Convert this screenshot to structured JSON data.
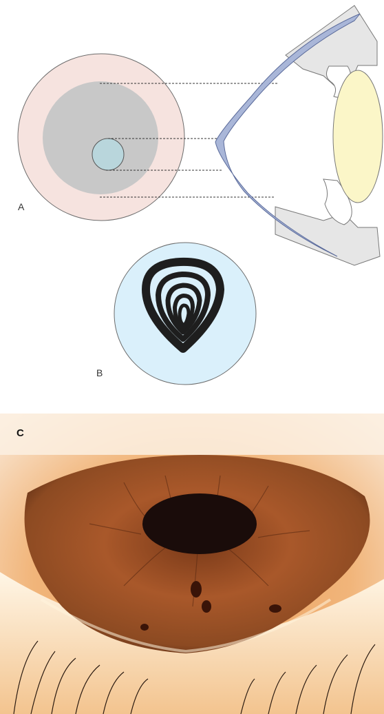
{
  "panels": {
    "a": {
      "label": "A"
    },
    "b": {
      "label": "B"
    },
    "c": {
      "label": "C"
    }
  },
  "colors": {
    "corneal_outer_disc": "#f6e3df",
    "corneal_mid_zone": "#c8c8c8",
    "corneal_apex": "#b9d6dc",
    "cornea_cross_section": "#a9b6d8",
    "lens": "#fbf6c8",
    "sclera": "#e6e6e6",
    "topography_disc": "#daf0fb",
    "topography_rings": "#1e1e1e",
    "iris": "#a9582a",
    "pupil": "#1a0c0a",
    "skin": "#f1b57a"
  }
}
